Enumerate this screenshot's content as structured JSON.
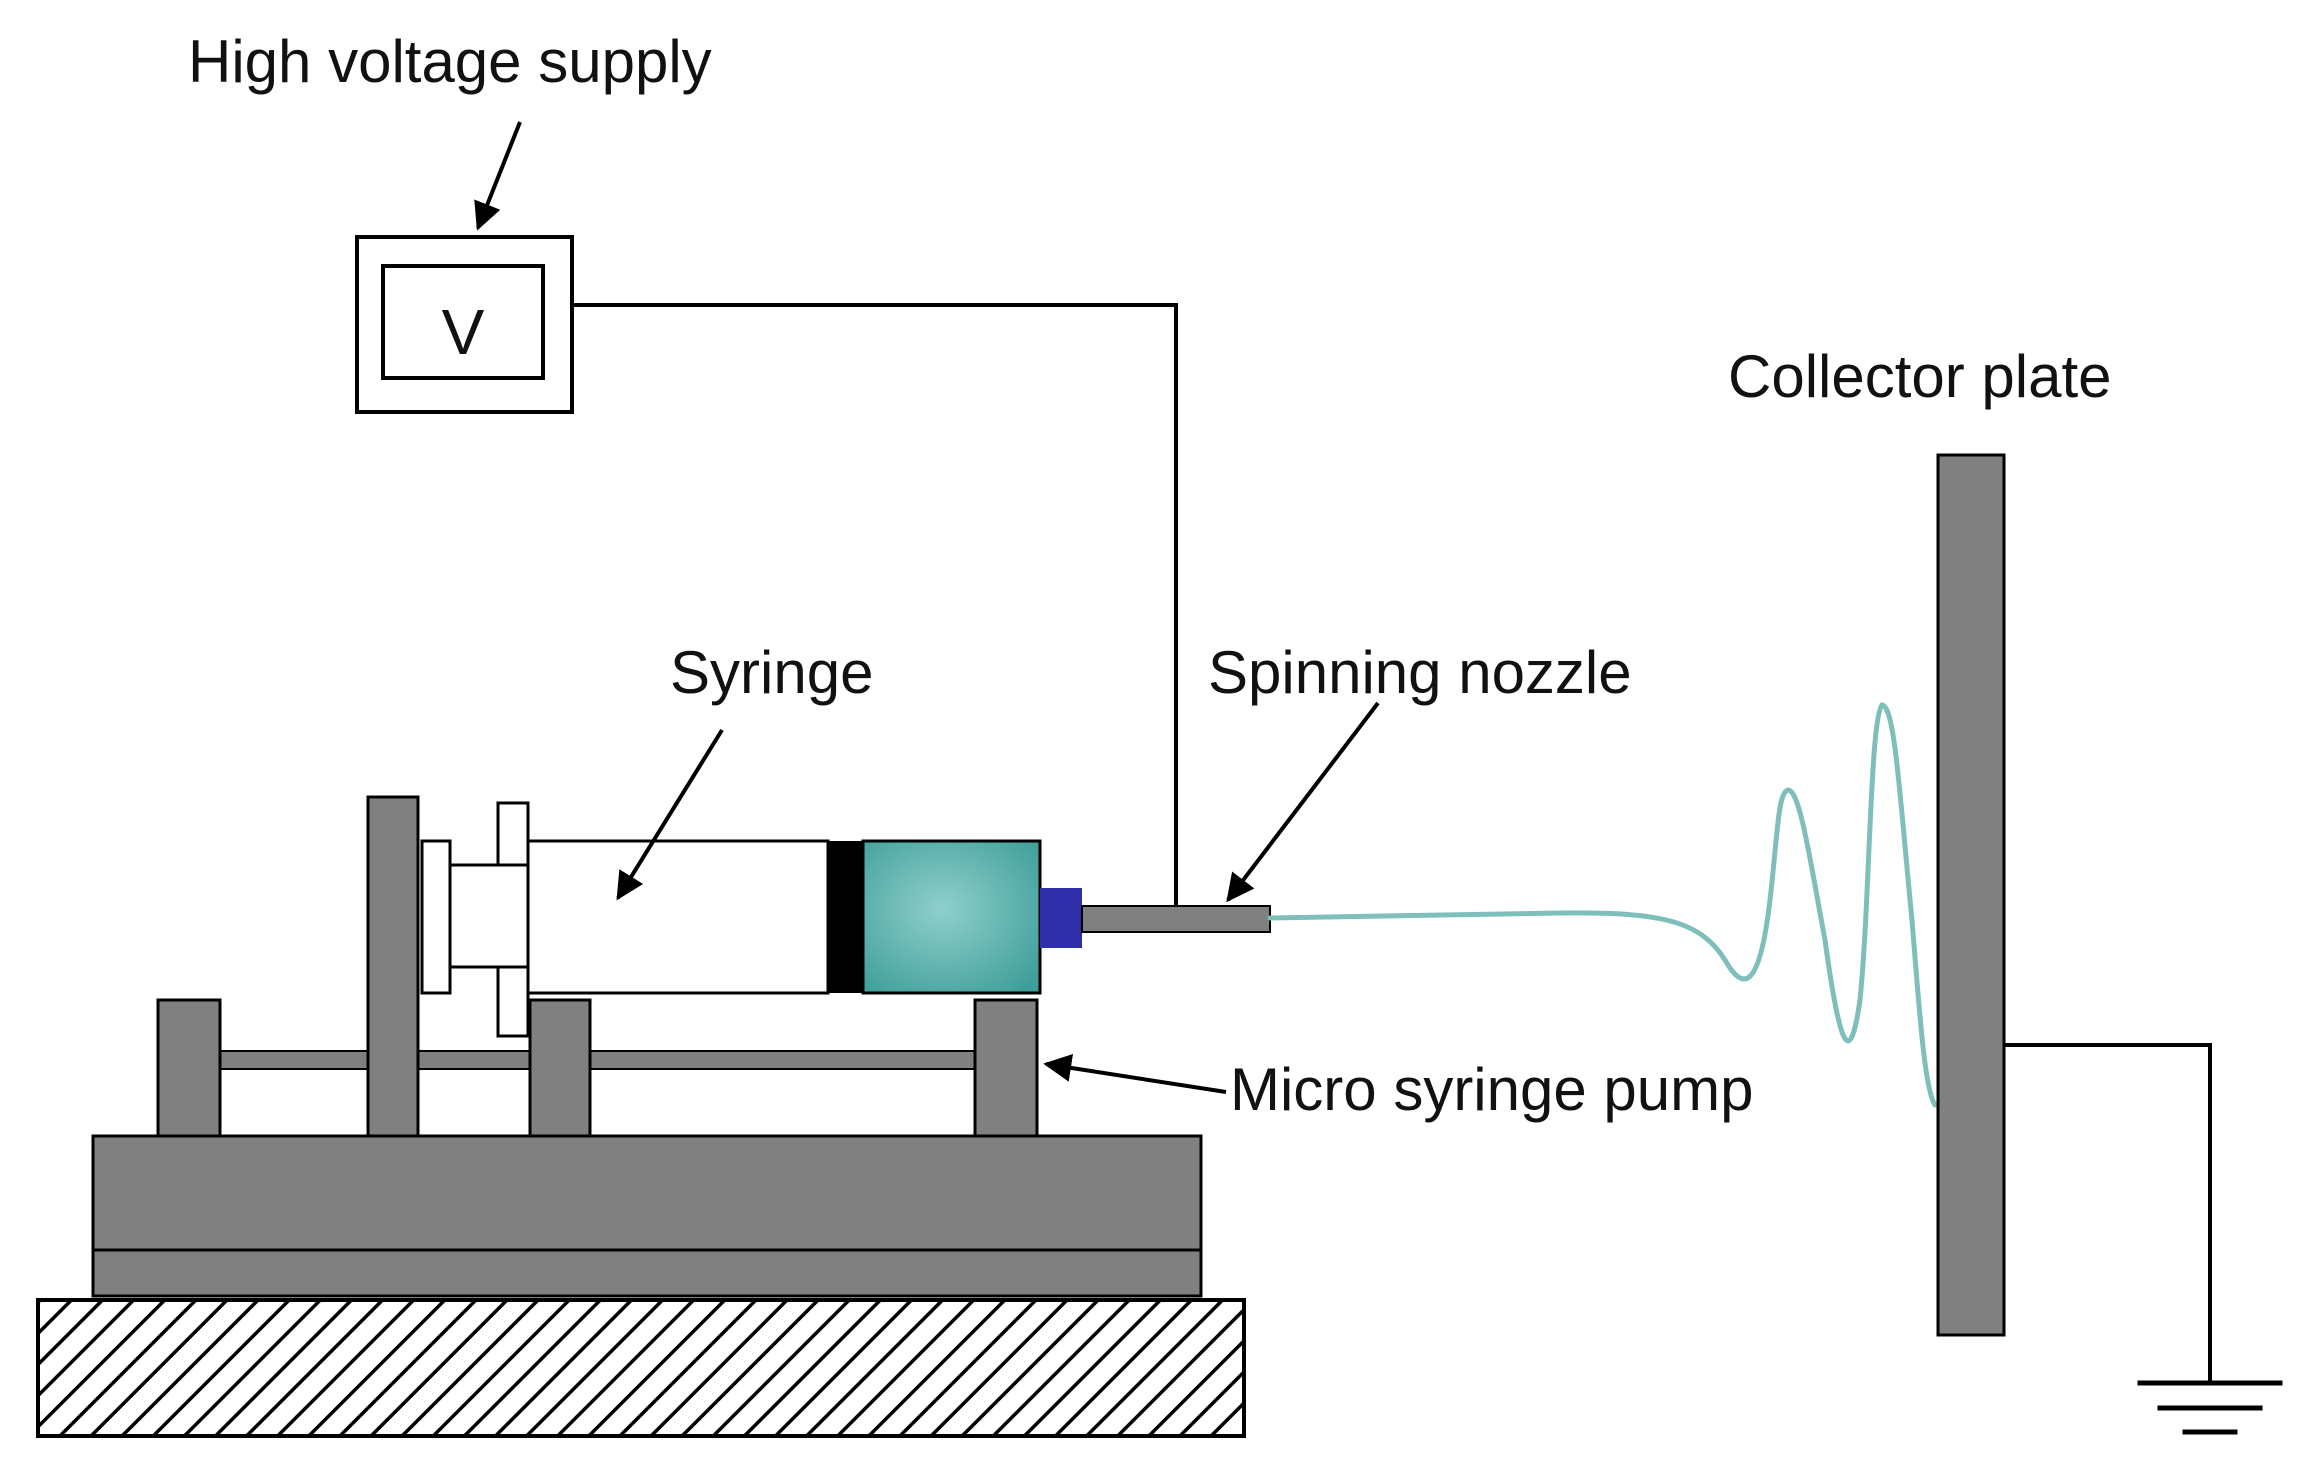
{
  "labels": {
    "high_voltage_supply": "High voltage supply",
    "voltage_symbol": "V",
    "collector_plate": "Collector plate",
    "syringe": "Syringe",
    "spinning_nozzle": "Spinning nozzle",
    "micro_syringe_pump": "Micro syringe pump"
  },
  "colors": {
    "equipment_gray": "#808080",
    "syringe_body": "#5fb5b0",
    "nozzle_tip": "#2e2ea8",
    "plunger": "#000000",
    "fiber_jet": "#7fbfbb",
    "wire": "#000000"
  },
  "icons": {
    "ground": "ground-symbol-icon",
    "arrow": "arrow-icon"
  }
}
